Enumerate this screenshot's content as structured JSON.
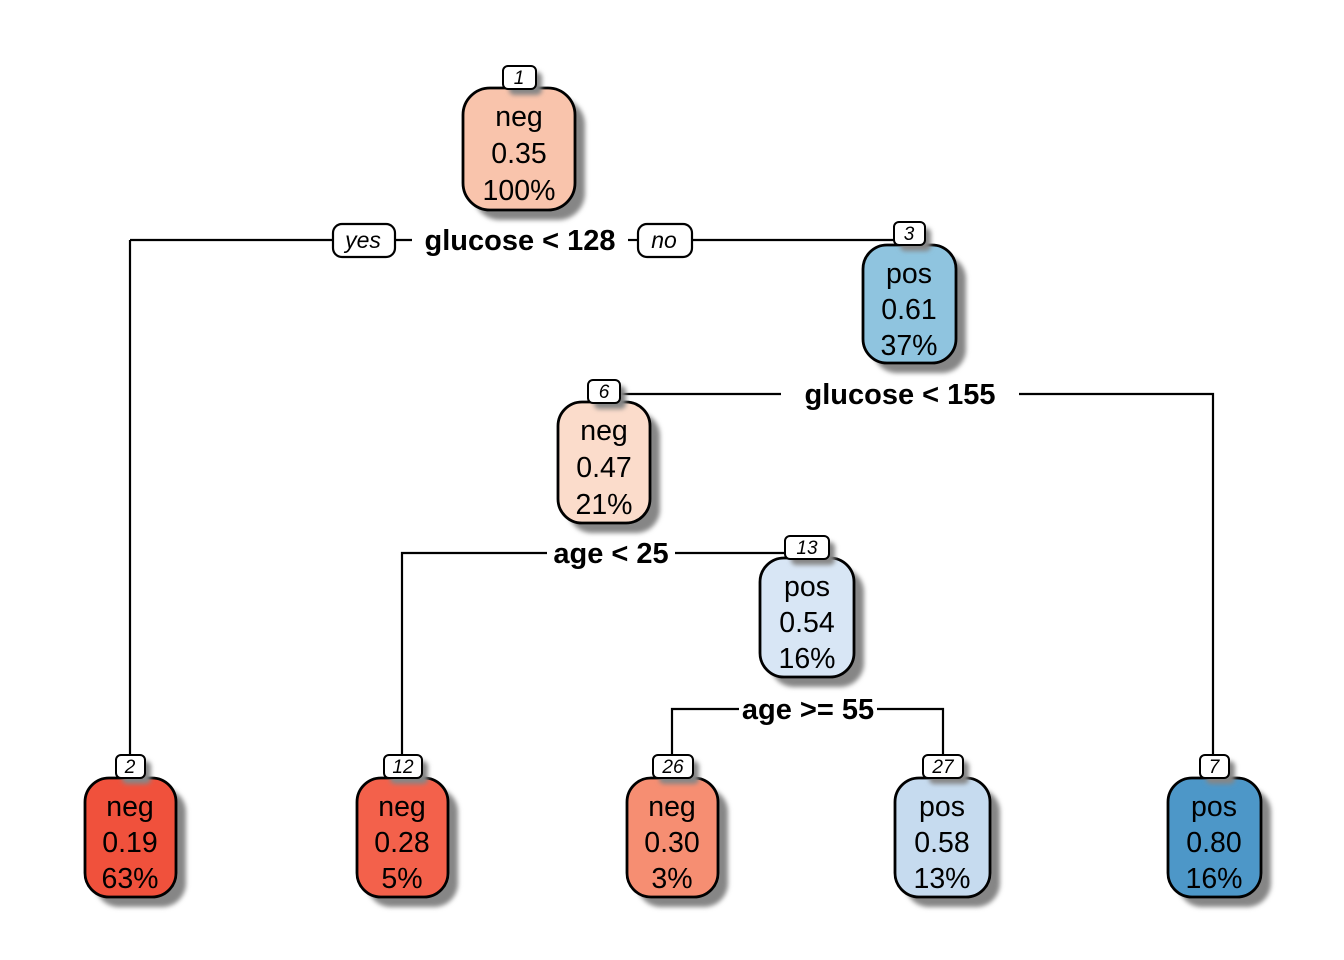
{
  "figure": {
    "kind": "decision-tree-plot",
    "background_color": "#ffffff",
    "shadow_color": "#868686",
    "branch_color": "#000000"
  },
  "tree": {
    "branch_labels": {
      "yes": "yes",
      "no": "no"
    },
    "splits": [
      {
        "at_node": "1",
        "condition": "glucose < 128"
      },
      {
        "at_node": "3",
        "condition": "glucose < 155"
      },
      {
        "at_node": "6",
        "condition": "age < 25"
      },
      {
        "at_node": "13",
        "condition": "age >= 55"
      }
    ],
    "structure": {
      "1": {
        "condition": "glucose < 128",
        "yes_child": "2",
        "no_child": "3"
      },
      "3": {
        "condition": "glucose < 155",
        "yes_child": "6",
        "no_child": "7"
      },
      "6": {
        "condition": "age < 25",
        "yes_child": "12",
        "no_child": "13"
      },
      "13": {
        "condition": "age >= 55",
        "yes_child": "26",
        "no_child": "27"
      }
    },
    "nodes": [
      {
        "id": "1",
        "class": "neg",
        "prob": "0.35",
        "pct": "100%",
        "fill": "#f9c4ac",
        "leaf": false
      },
      {
        "id": "3",
        "class": "pos",
        "prob": "0.61",
        "pct": "37%",
        "fill": "#8fc4df",
        "leaf": false
      },
      {
        "id": "6",
        "class": "neg",
        "prob": "0.47",
        "pct": "21%",
        "fill": "#fbdccb",
        "leaf": false
      },
      {
        "id": "13",
        "class": "pos",
        "prob": "0.54",
        "pct": "16%",
        "fill": "#d8e6f5",
        "leaf": false
      },
      {
        "id": "2",
        "class": "neg",
        "prob": "0.19",
        "pct": "63%",
        "fill": "#f0513c",
        "leaf": true
      },
      {
        "id": "12",
        "class": "neg",
        "prob": "0.28",
        "pct": "5%",
        "fill": "#f3614b",
        "leaf": true
      },
      {
        "id": "26",
        "class": "neg",
        "prob": "0.30",
        "pct": "3%",
        "fill": "#f68e72",
        "leaf": true
      },
      {
        "id": "27",
        "class": "pos",
        "prob": "0.58",
        "pct": "13%",
        "fill": "#c6dbef",
        "leaf": true
      },
      {
        "id": "7",
        "class": "pos",
        "prob": "0.80",
        "pct": "16%",
        "fill": "#4d97c8",
        "leaf": true
      }
    ]
  }
}
